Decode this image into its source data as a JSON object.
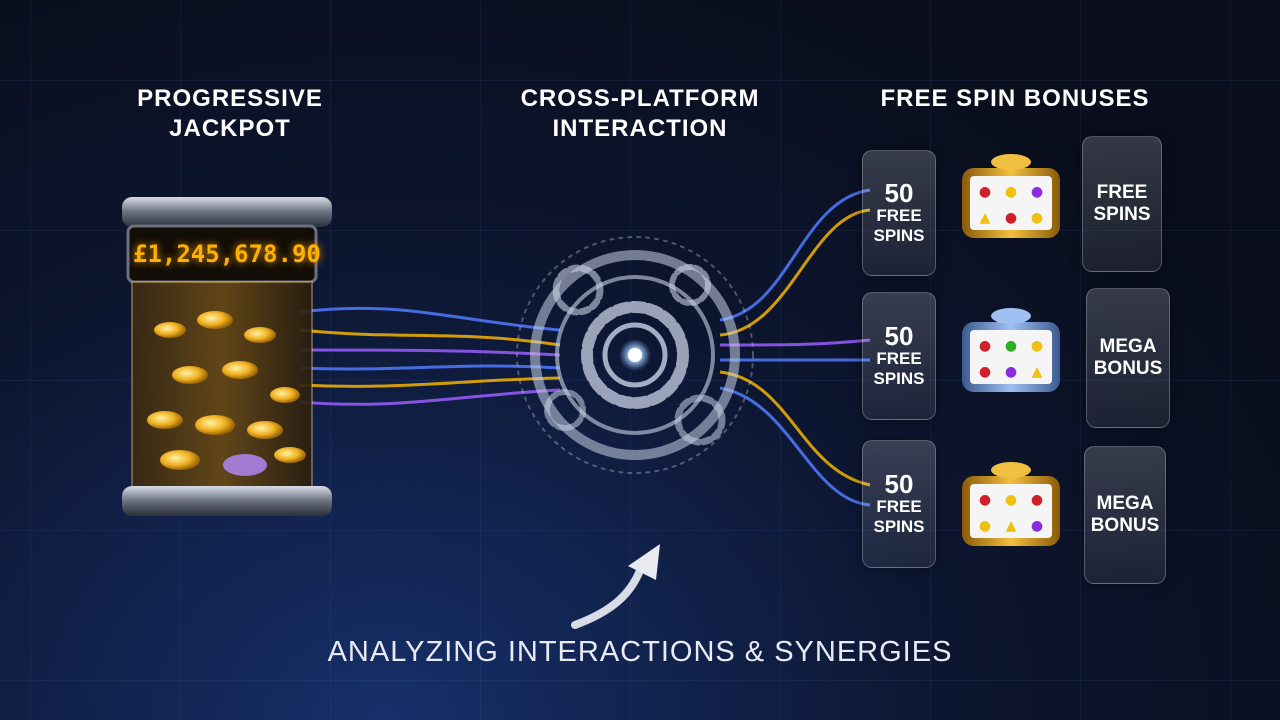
{
  "headings": {
    "jackpot": "PROGRESSIVE JACKPOT",
    "cross": "CROSS-PLATFORM INTERACTION",
    "bonuses": "FREE SPIN BONUSES"
  },
  "jackpot_display": "£1,245,678.90",
  "rows": [
    {
      "left": {
        "num": "50",
        "text": "FREE SPINS"
      },
      "right": "FREE SPINS"
    },
    {
      "left": {
        "num": "50",
        "text": "FREE SPINS"
      },
      "right": "MEGA BONUS"
    },
    {
      "left": {
        "num": "50",
        "text": "FREE SPINS"
      },
      "right": "MEGA BONUS"
    }
  ],
  "caption": "ANALYZING INTERACTIONS & SYNERGIES",
  "colors": {
    "gold": "#f5b400",
    "blue": "#4f7bff",
    "purple": "#9b5cff",
    "background": "#0d1630"
  },
  "icons": [
    "jackpot-jar-icon",
    "gear-hub-icon",
    "slot-machine-icon",
    "arrow-icon"
  ]
}
